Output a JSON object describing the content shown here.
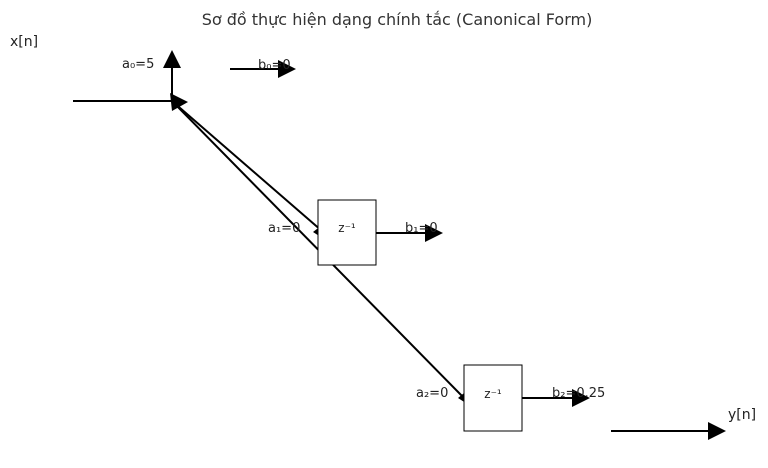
{
  "diagram": {
    "title": "Sơ đồ thực hiện dạng chính tắc (Canonical Form)",
    "input_label": "x[n]",
    "output_label": "y[n]",
    "delay_label": "z⁻¹",
    "coefficients": {
      "a0": "a₀=5",
      "a1": "a₁=0",
      "a2": "a₂=0",
      "b0": "b₀=0",
      "b1": "b₁=0",
      "b2": "b₂=0.25"
    }
  }
}
